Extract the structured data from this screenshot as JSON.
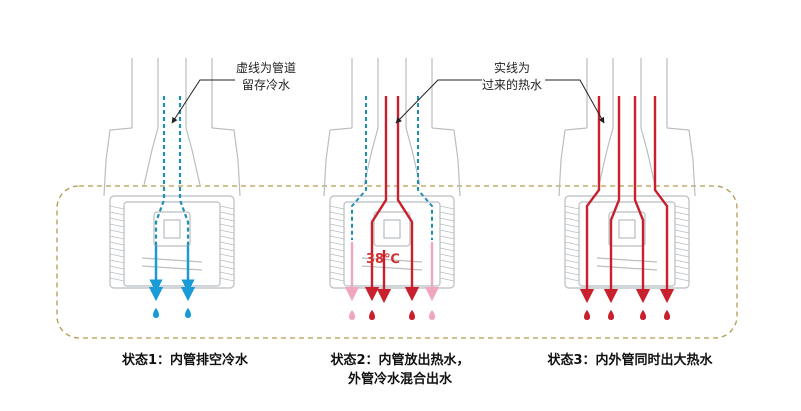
{
  "colors": {
    "hot": "#c8202c",
    "cold": "#1a9bd7",
    "cold_dashed": "#1f8fb3",
    "pink": "#f0a6bd",
    "outline": "#b9bec2",
    "frame": "#b39a52"
  },
  "annotations": {
    "dashed_note": [
      "虚线为管道",
      "留存冷水"
    ],
    "solid_note": [
      "实线为",
      "过来的热水"
    ],
    "temperature": "38℃"
  },
  "states": [
    {
      "id": "state1",
      "caption": [
        "状态1：内管排空冷水"
      ]
    },
    {
      "id": "state2",
      "caption": [
        "状态2：内管放出热水，",
        "外管冷水混合出水"
      ]
    },
    {
      "id": "state3",
      "caption": [
        "状态3：内外管同时出大热水"
      ]
    }
  ]
}
